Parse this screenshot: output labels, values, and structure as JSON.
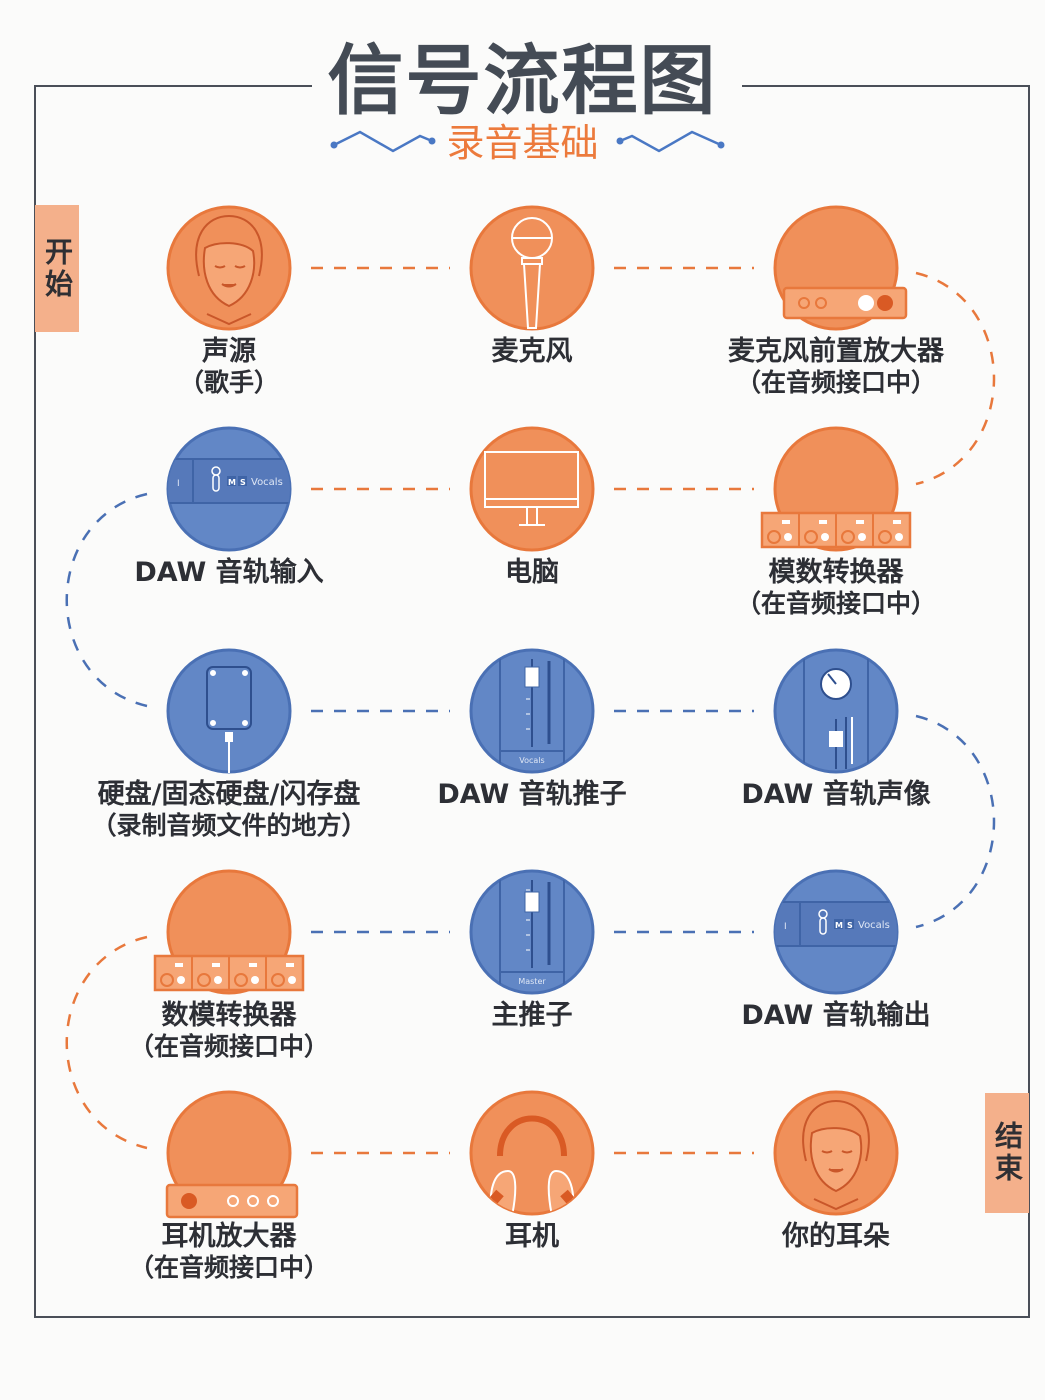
{
  "title": "信号流程图",
  "subtitle": "录音基础",
  "start_tag": "开始",
  "end_tag": "结束",
  "colors": {
    "orange": "#f0905a",
    "orange_stroke": "#e8783c",
    "blue": "#6287c6",
    "blue_stroke": "#4a70b4",
    "text": "#2d2f35"
  },
  "nodes": [
    {
      "label": "声源",
      "sub": "（歌手）",
      "icon": "singer-face-icon",
      "color": "orange"
    },
    {
      "label": "麦克风",
      "sub": "",
      "icon": "microphone-icon",
      "color": "orange"
    },
    {
      "label": "麦克风前置放大器",
      "sub": "（在音频接口中）",
      "icon": "preamp-interface-icon",
      "color": "orange"
    },
    {
      "label": "DAW 音轨输入",
      "sub": "",
      "icon": "daw-track-input-icon",
      "color": "blue",
      "track_name": "Vocals",
      "buttons": [
        "M",
        "S"
      ]
    },
    {
      "label": "电脑",
      "sub": "",
      "icon": "computer-monitor-icon",
      "color": "orange"
    },
    {
      "label": "模数转换器",
      "sub": "（在音频接口中）",
      "icon": "ad-converter-icon",
      "color": "orange"
    },
    {
      "label": "硬盘/固态硬盘/闪存盘",
      "sub": "（录制音频文件的地方）",
      "icon": "hard-drive-icon",
      "color": "blue"
    },
    {
      "label": "DAW 音轨推子",
      "sub": "",
      "icon": "track-fader-icon",
      "color": "blue",
      "track_name": "Vocals"
    },
    {
      "label": "DAW 音轨声像",
      "sub": "",
      "icon": "pan-knob-icon",
      "color": "blue"
    },
    {
      "label": "数模转换器",
      "sub": "（在音频接口中）",
      "icon": "da-converter-icon",
      "color": "orange"
    },
    {
      "label": "主推子",
      "sub": "",
      "icon": "master-fader-icon",
      "color": "blue",
      "track_name": "Master"
    },
    {
      "label": "DAW 音轨输出",
      "sub": "",
      "icon": "daw-track-output-icon",
      "color": "blue",
      "track_name": "Vocals",
      "buttons": [
        "M",
        "S"
      ]
    },
    {
      "label": "耳机放大器",
      "sub": "（在音频接口中）",
      "icon": "headphone-amp-icon",
      "color": "orange"
    },
    {
      "label": "耳机",
      "sub": "",
      "icon": "headphones-icon",
      "color": "orange"
    },
    {
      "label": "你的耳朵",
      "sub": "",
      "icon": "listener-face-icon",
      "color": "orange"
    }
  ],
  "connections": [
    {
      "from": 0,
      "to": 1,
      "color": "orange"
    },
    {
      "from": 1,
      "to": 2,
      "color": "orange"
    },
    {
      "from": 2,
      "to": 5,
      "color": "orange"
    },
    {
      "from": 5,
      "to": 4,
      "color": "orange"
    },
    {
      "from": 4,
      "to": 3,
      "color": "orange"
    },
    {
      "from": 3,
      "to": 6,
      "color": "blue"
    },
    {
      "from": 6,
      "to": 7,
      "color": "blue"
    },
    {
      "from": 7,
      "to": 8,
      "color": "blue"
    },
    {
      "from": 8,
      "to": 11,
      "color": "blue"
    },
    {
      "from": 11,
      "to": 10,
      "color": "blue"
    },
    {
      "from": 10,
      "to": 9,
      "color": "blue"
    },
    {
      "from": 9,
      "to": 12,
      "color": "orange"
    },
    {
      "from": 12,
      "to": 13,
      "color": "orange"
    },
    {
      "from": 13,
      "to": 14,
      "color": "orange"
    }
  ]
}
